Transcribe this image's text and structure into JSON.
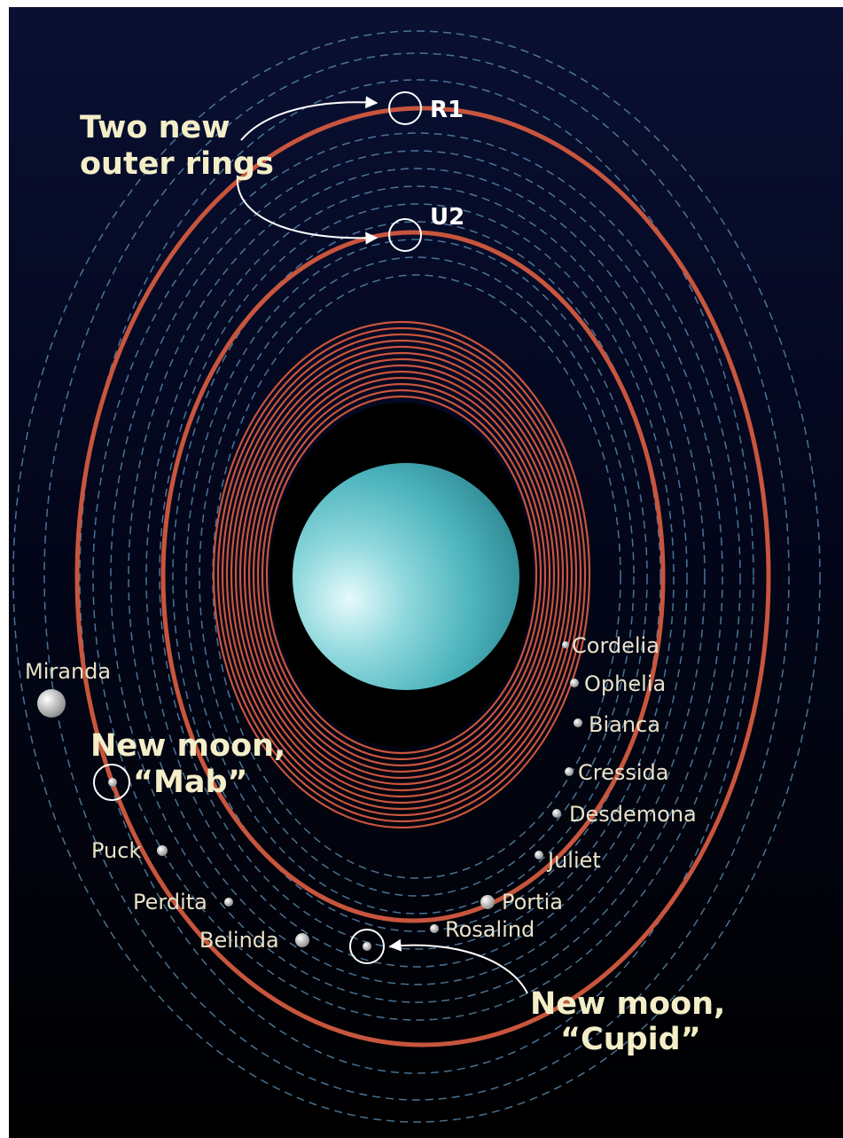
{
  "callouts": {
    "outer_rings_line1": "Two new",
    "outer_rings_line2": "outer rings",
    "mab_line1": "New moon,",
    "mab_line2": "“Mab”",
    "cupid_line1": "New moon,",
    "cupid_line2": "“Cupid”"
  },
  "ring_labels": {
    "r1": "R1",
    "u2": "U2"
  },
  "moons": {
    "miranda": "Miranda",
    "puck": "Puck",
    "perdita": "Perdita",
    "belinda": "Belinda",
    "rosalind": "Rosalind",
    "portia": "Portia",
    "juliet": "Juliet",
    "desdemona": "Desdemona",
    "cressida": "Cressida",
    "bianca": "Bianca",
    "ophelia": "Ophelia",
    "cordelia": "Cordelia"
  },
  "colors": {
    "space_top": "#0a1033",
    "space_bottom": "#000000",
    "ring": "#c8553d",
    "orbit": "#5b8fb5",
    "planet_light": "#d8f4f6",
    "planet_mid": "#5cc3cb",
    "planet_dark": "#2c8791",
    "label": "#e8e2c8",
    "callout": "#f4eec8"
  }
}
